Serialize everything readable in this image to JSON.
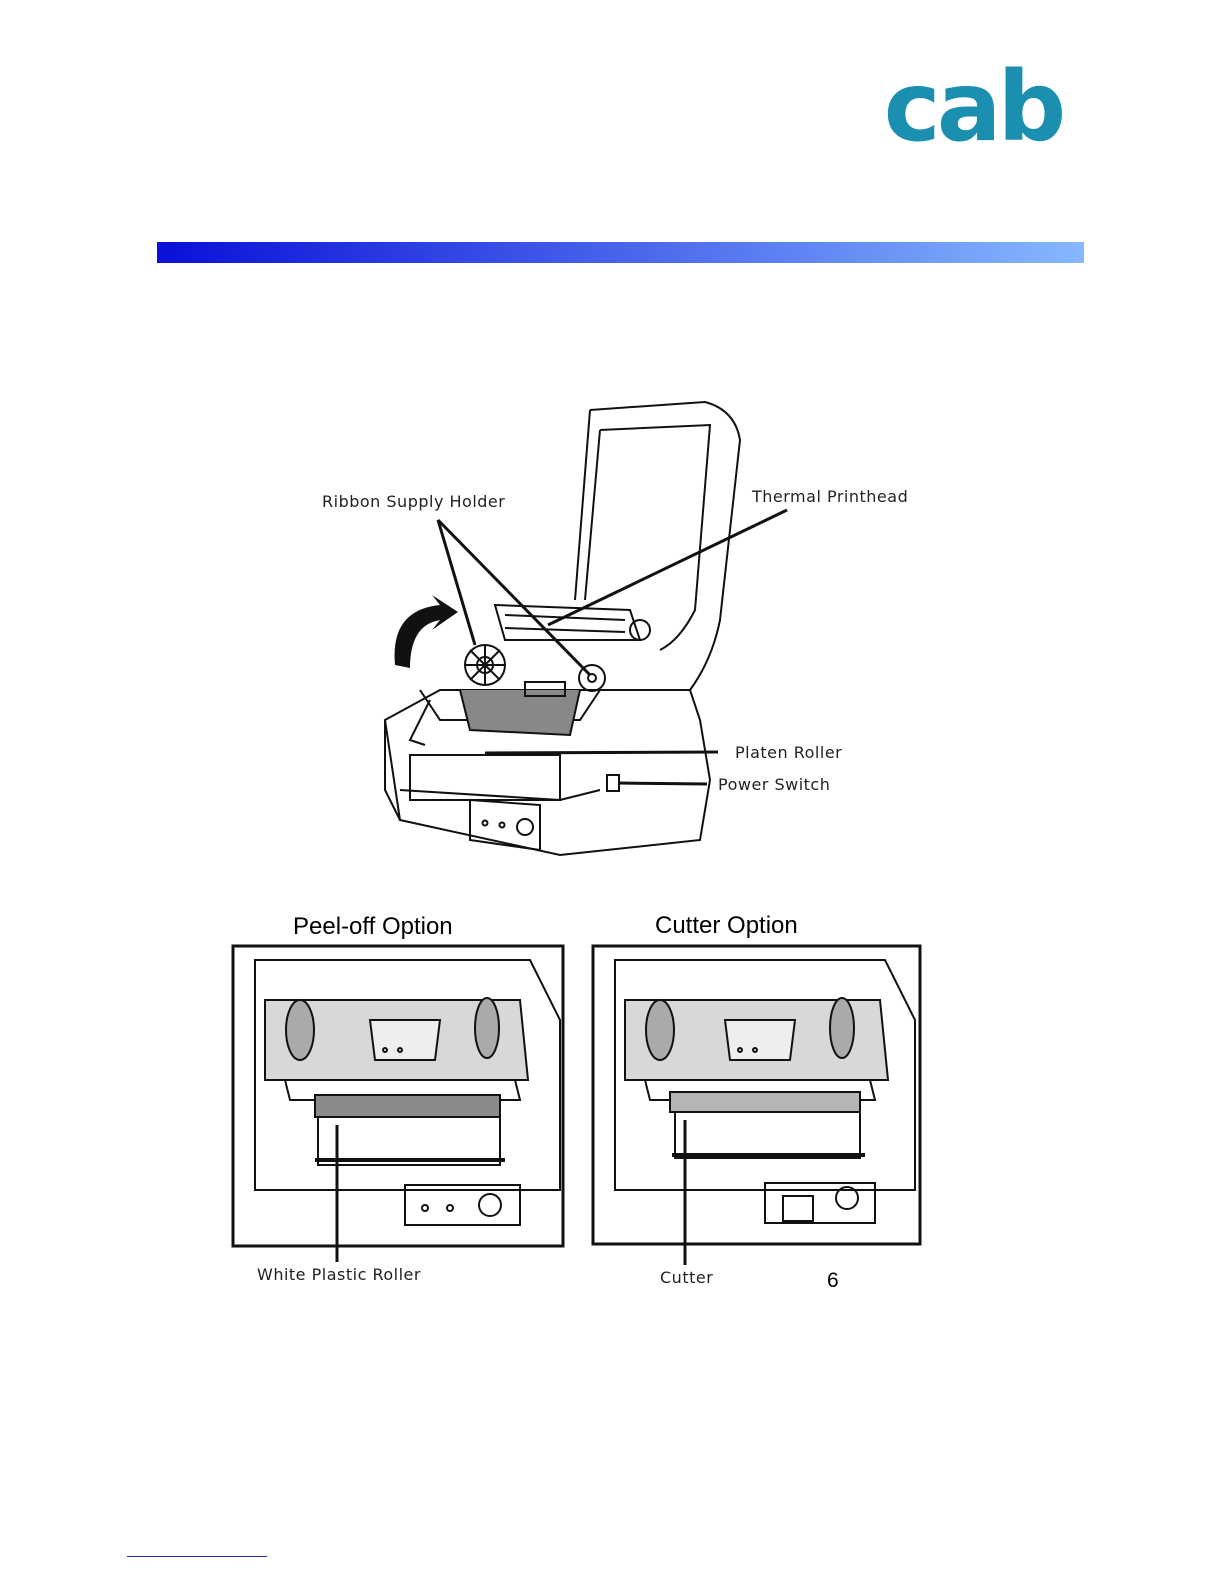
{
  "brand": {
    "logo_text": "cab",
    "color": "#1b8fb0"
  },
  "header_bar": {
    "gradient_start": "#0a10d8",
    "gradient_end": "#86b8ff"
  },
  "main_figure": {
    "callouts": {
      "ribbon_supply_holder": "Ribbon Supply Holder",
      "thermal_printhead": "Thermal Printhead",
      "platen_roller": "Platen Roller",
      "power_switch": "Power Switch"
    }
  },
  "options": {
    "peel_off": {
      "title": "Peel-off Option",
      "callout": "White Plastic Roller"
    },
    "cutter": {
      "title": "Cutter Option",
      "callout": "Cutter"
    }
  },
  "page": {
    "number": "6"
  }
}
